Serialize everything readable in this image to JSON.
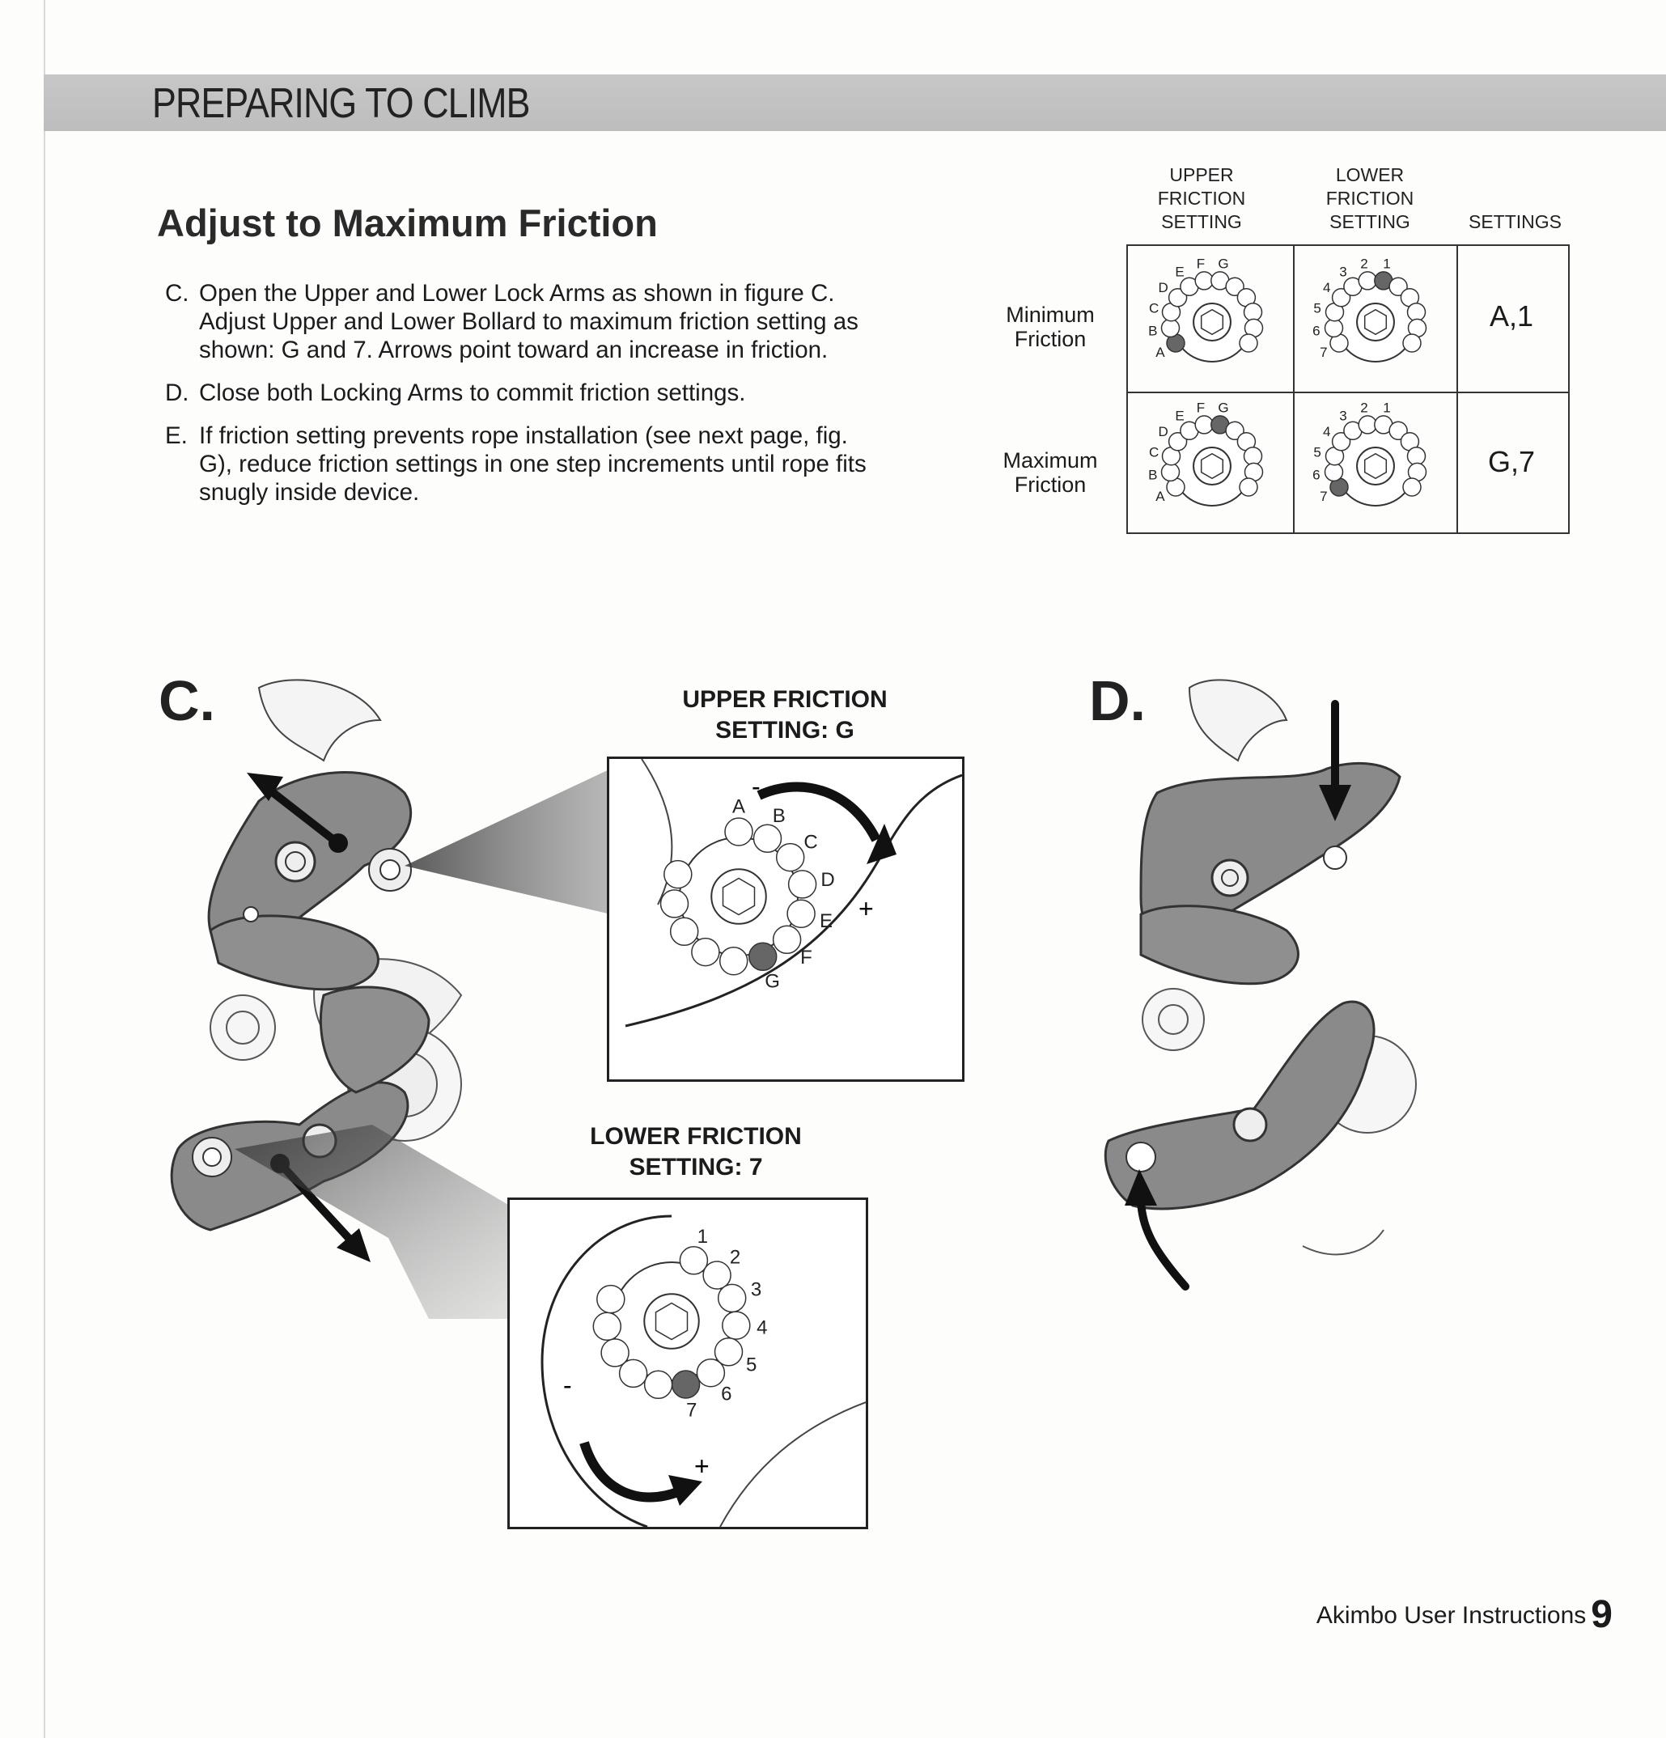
{
  "header": {
    "title": "PREPARING TO CLIMB"
  },
  "section": {
    "title": "Adjust to Maximum Friction"
  },
  "steps": [
    {
      "letter": "C.",
      "text": "Open the Upper and Lower Lock Arms as shown in figure C. Adjust Upper and Lower Bollard to maximum friction setting as shown: G and 7. Arrows point toward an increase in friction."
    },
    {
      "letter": "D.",
      "text": "Close both Locking Arms to commit friction settings."
    },
    {
      "letter": "E.",
      "text": "If friction setting prevents rope installation (see next page, fig. G), reduce friction settings in one step increments until rope fits snugly inside device."
    }
  ],
  "table": {
    "col_upper": "UPPER\nFRICTION\nSETTING",
    "col_lower": "LOWER\nFRICTION\nSETTING",
    "col_settings": "SETTINGS",
    "rows": [
      {
        "label": "Minimum\nFriction",
        "value": "A,1"
      },
      {
        "label": "Maximum\nFriction",
        "value": "G,7"
      }
    ],
    "upper_letters": [
      "A",
      "B",
      "C",
      "D",
      "E",
      "F",
      "G"
    ],
    "lower_numbers": [
      "1",
      "2",
      "3",
      "4",
      "5",
      "6",
      "7"
    ]
  },
  "figures": {
    "c_label": "C.",
    "d_label": "D.",
    "upper_inset_title": "UPPER FRICTION\nSETTING: G",
    "lower_inset_title": "LOWER FRICTION\nSETTING: 7",
    "minus": "-",
    "plus": "+"
  },
  "footer": {
    "text": "Akimbo User Instructions",
    "page": "9"
  }
}
